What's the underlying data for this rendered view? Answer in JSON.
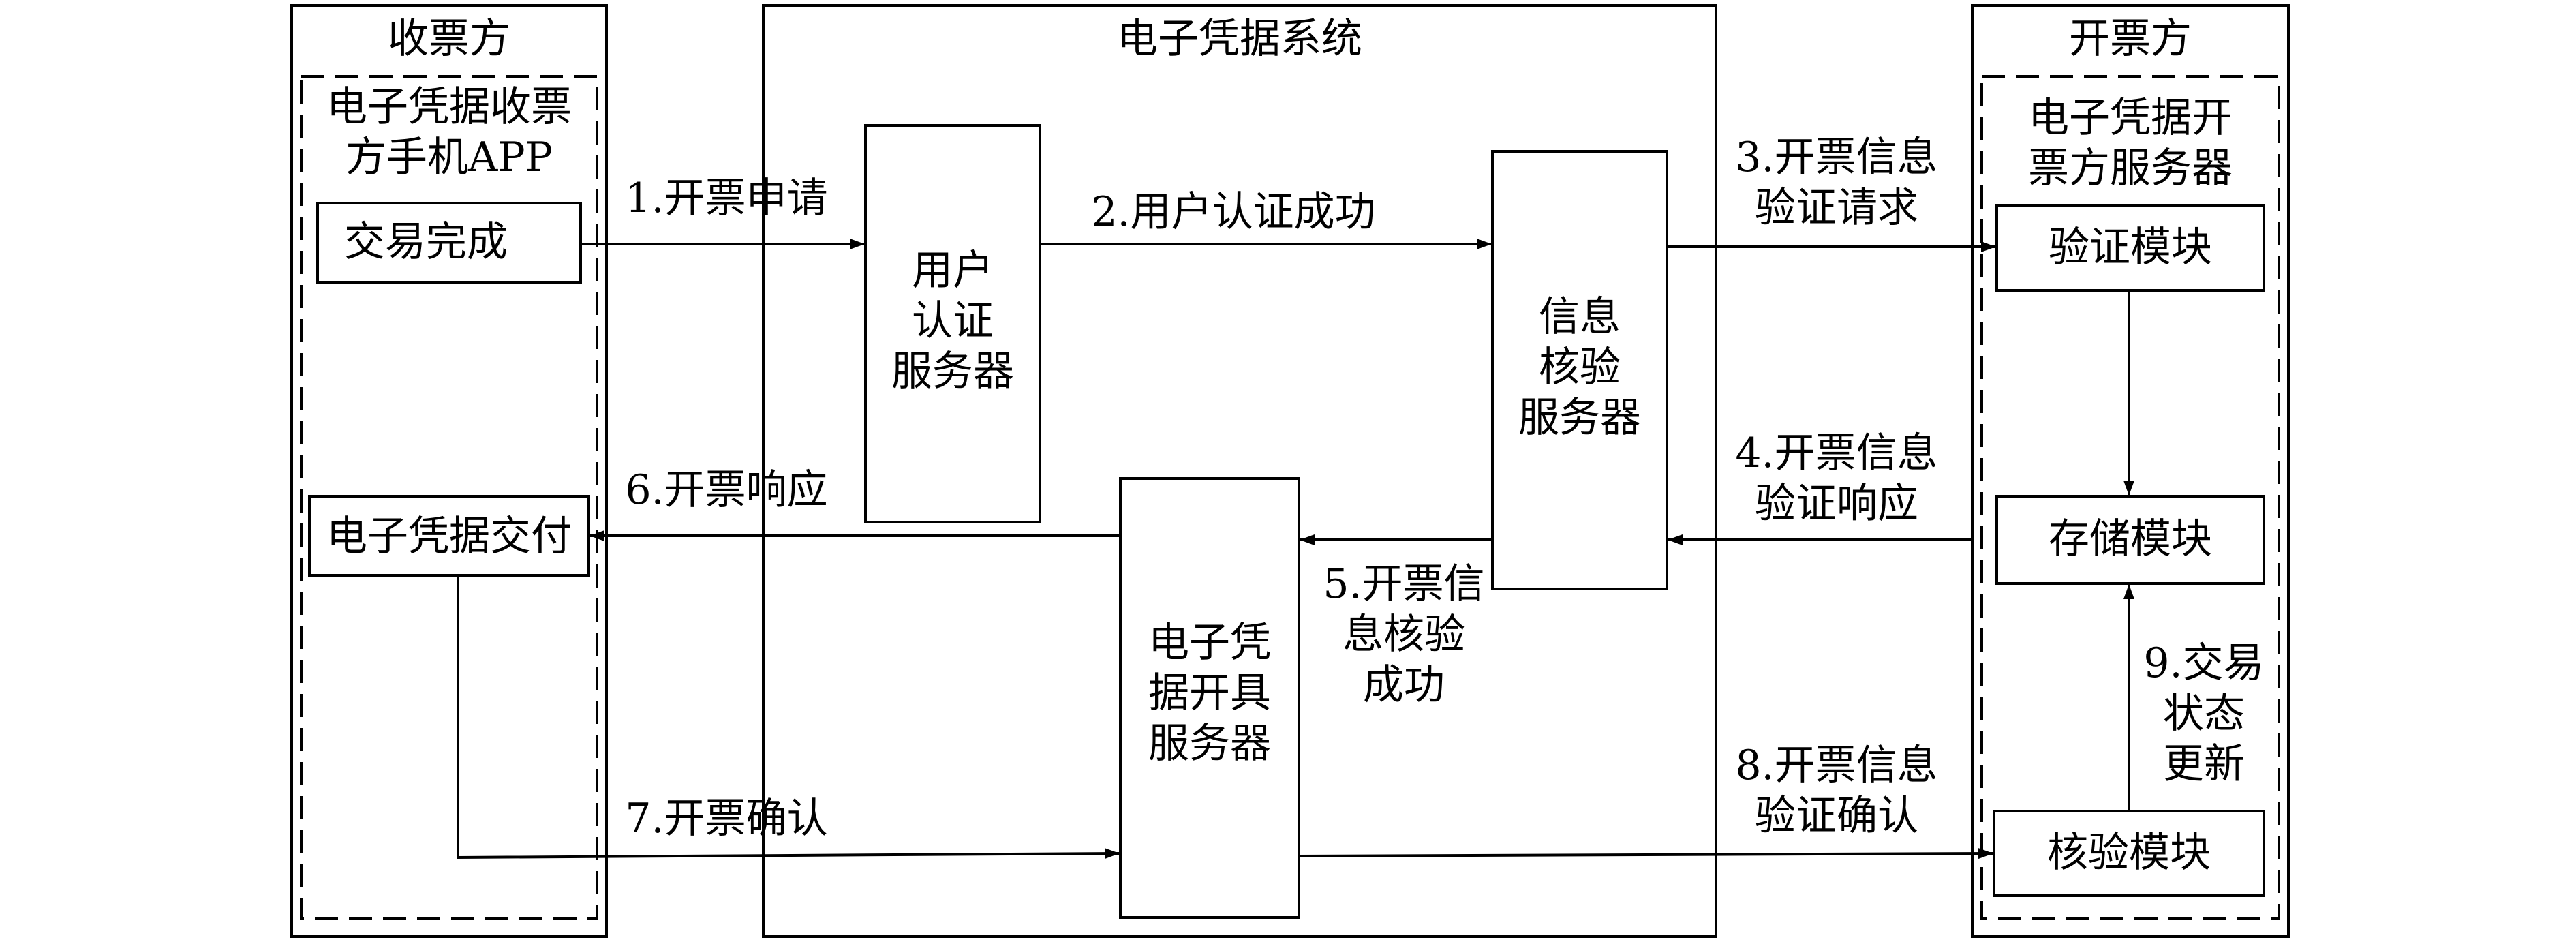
{
  "colors": {
    "stroke": "#000000",
    "background": "#ffffff"
  },
  "receiver": {
    "title": "收票方",
    "app_label": "电子凭据收票\n方手机APP",
    "transaction_complete": "交易完成",
    "voucher_delivery": "电子凭据交付"
  },
  "system": {
    "title": "电子凭据系统",
    "auth_server": "用户\n认证\n服务器",
    "verify_server": "信息\n核验\n服务器",
    "issue_server": "电子凭\n据开具\n服务器"
  },
  "issuer": {
    "title": "开票方",
    "server_label": "电子凭据开\n票方服务器",
    "validation_module": "验证模块",
    "storage_module": "存储模块",
    "check_module": "核验模块"
  },
  "steps": {
    "s1": "1.开票申请",
    "s2": "2.用户认证成功",
    "s3": "3.开票信息\n验证请求",
    "s4": "4.开票信息\n验证响应",
    "s5": "5.开票信\n息核验\n成功",
    "s6": "6.开票响应",
    "s7": "7.开票确认",
    "s8": "8.开票信息\n验证确认",
    "s9": "9.交易\n状态\n更新"
  }
}
